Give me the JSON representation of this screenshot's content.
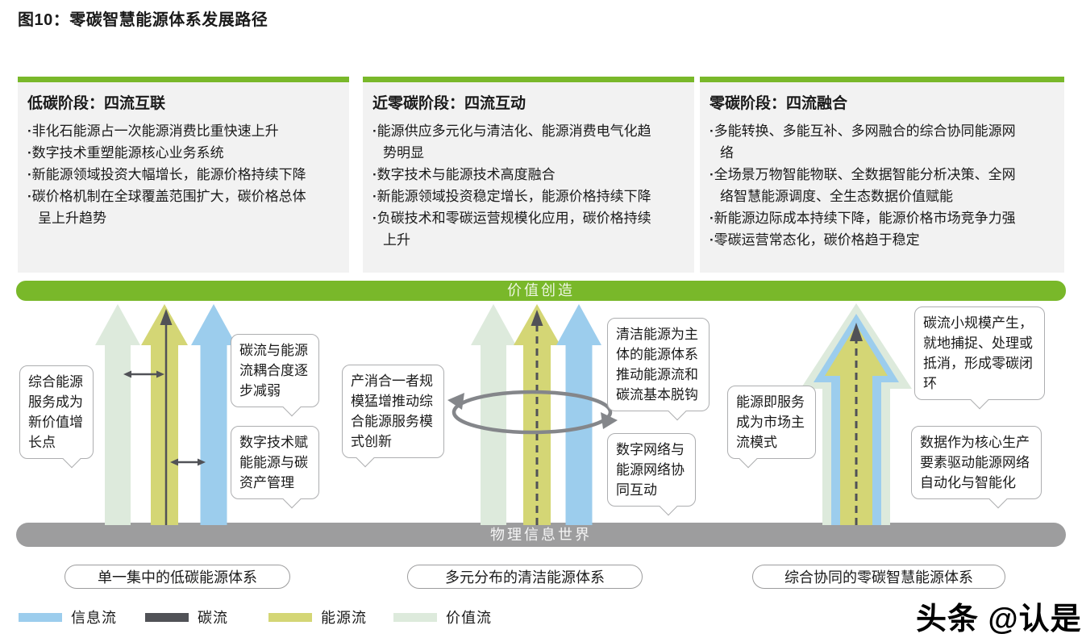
{
  "title": "图10：零碳智慧能源体系发展路径",
  "columns": [
    {
      "header": "低碳阶段：四流互联",
      "bullets": [
        "非化石能源占一次能源消费比重快速上升",
        "数字技术重塑能源核心业务系统",
        "新能源领域投资大幅增长，能源价格持续下降",
        "碳价格机制在全球覆盖范围扩大，碳价格总体呈上升趋势"
      ]
    },
    {
      "header": "近零碳阶段：四流互动",
      "bullets": [
        "能源供应多元化与清洁化、能源消费电气化趋势明显",
        "数字技术与能源技术高度融合",
        "新能源领域投资稳定增长，能源价格持续下降",
        "负碳技术和零碳运营规模化应用，碳价格持续上升"
      ]
    },
    {
      "header": "零碳阶段：四流融合",
      "bullets": [
        "多能转换、多能互补、多网融合的综合协同能源网络",
        "全场景万物智能物联、全数据智能分析决策、全网络智慧能源调度、全生态数据价值赋能",
        "新能源边际成本持续下降，能源价格市场竞争力强",
        "零碳运营常态化，碳价格趋于稳定"
      ]
    }
  ],
  "value_bar_label": "价值创造",
  "physical_bar_label": "物理信息世界",
  "callouts": [
    "综合能源服务成为新价值增长点",
    "碳流与能源流耦合度逐步减弱",
    "数字技术赋能能源与碳资产管理",
    "产消合一者规模猛增推动综合能源服务模式创新",
    "清洁能源为主体的能源体系推动能源流和碳流基本脱钩",
    "数字网络与能源网络协同互动",
    "能源即服务成为市场主流模式",
    "碳流小规模产生，就地捕捉、处理或抵消，形成零碳闭环",
    "数据作为核心生产要素驱动能源网络自动化与智能化"
  ],
  "stage_labels": [
    "单一集中的低碳能源体系",
    "多元分布的清洁能源体系",
    "综合协同的零碳智慧能源体系"
  ],
  "legend": [
    {
      "label": "信息流",
      "color": "#9CCDED"
    },
    {
      "label": "碳流",
      "color": "#515257"
    },
    {
      "label": "能源流",
      "color": "#D4D675"
    },
    {
      "label": "价值流",
      "color": "#DDEADC"
    }
  ],
  "watermark": "头条 @认是",
  "colors": {
    "accent_green": "#79B82A",
    "value_bar_text": "#EEF6E2",
    "column_bg": "#F2F2F2",
    "info_blue": "#9CCDED",
    "carbon_dark": "#515257",
    "energy_yellow": "#D4D675",
    "value_green": "#DDEADC",
    "physical_gray": "#9D9D9E",
    "loop_gray": "#84868A",
    "callout_border": "#ADAEB0",
    "pill_border": "#9D9D9E",
    "text_dark": "#1A1A1A"
  }
}
